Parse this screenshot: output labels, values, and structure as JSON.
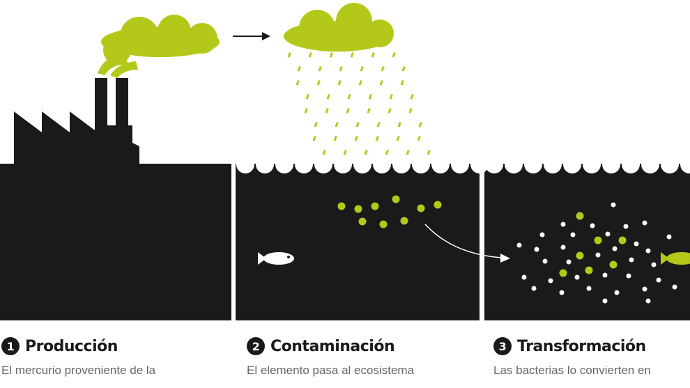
{
  "colors": {
    "accent": "#b4c81a",
    "ink": "#1a1a1a"
  },
  "steps": [
    {
      "number": "1",
      "title": "Producción",
      "text": "El mercurio proveniente de la"
    },
    {
      "number": "2",
      "title": "Contaminación",
      "text": "El elemento pasa al ecosistema"
    },
    {
      "number": "3",
      "title": "Transformación",
      "text": "Las bacterias lo convierten en"
    }
  ]
}
